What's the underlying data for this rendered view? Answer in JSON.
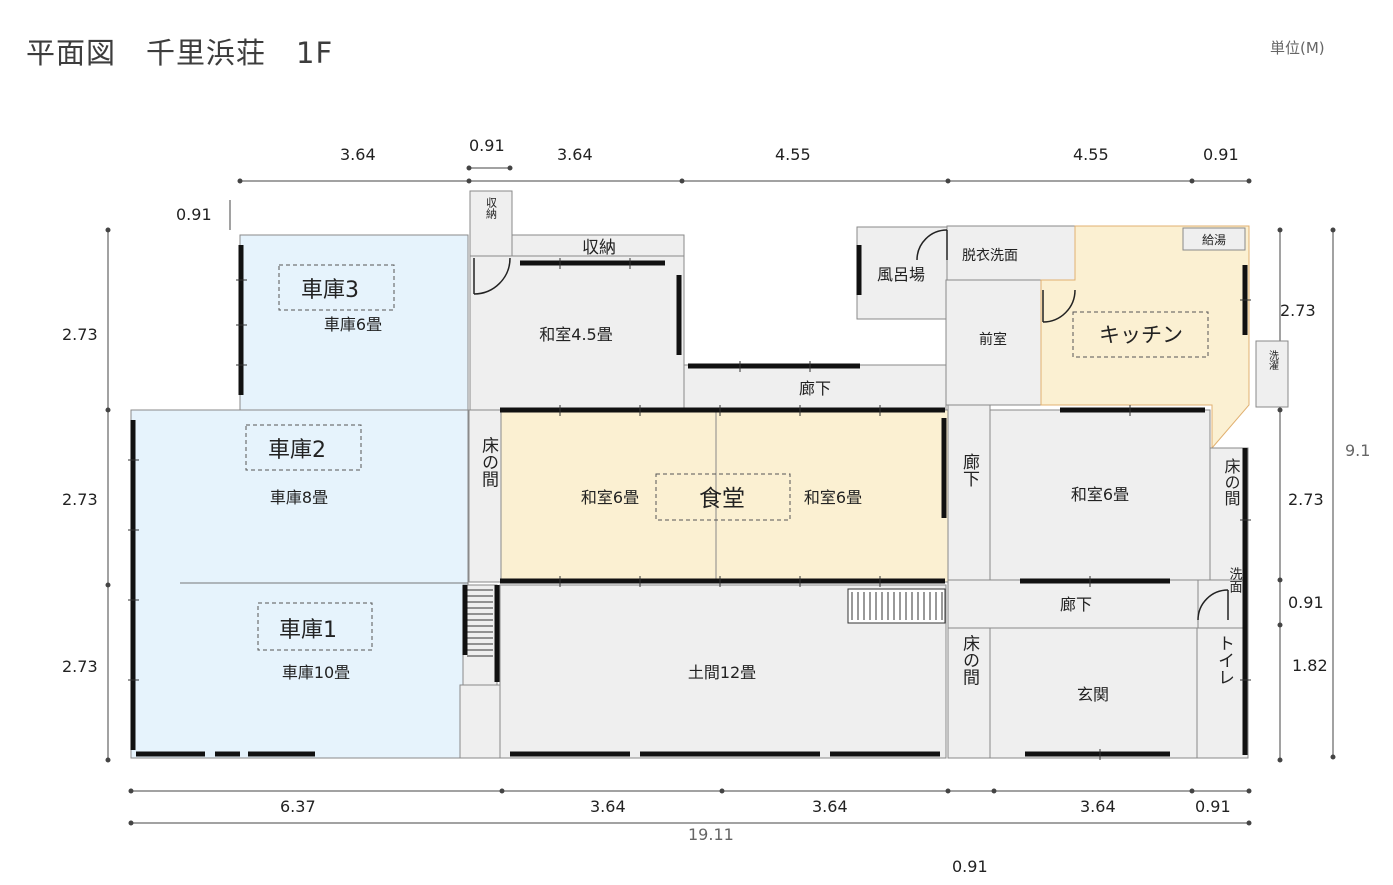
{
  "header": {
    "title": "平面図　千里浜荘　1F",
    "unit": "単位(M)"
  },
  "dimensions": {
    "top": [
      "3.64",
      "0.91",
      "3.64",
      "4.55",
      "4.55",
      "0.91"
    ],
    "top_left_offset": "0.91",
    "left": [
      "2.73",
      "2.73",
      "2.73"
    ],
    "right": [
      "2.73",
      "2.73",
      "0.91",
      "1.82"
    ],
    "right_total": "9.1",
    "bottom": [
      "6.37",
      "3.64",
      "3.64",
      "3.64",
      "0.91"
    ],
    "bottom_total": "19.11",
    "bottom_extra": "0.91"
  },
  "rooms": {
    "garage3": {
      "name": "車庫3",
      "size": "車庫6畳"
    },
    "garage2": {
      "name": "車庫2",
      "size": "車庫8畳"
    },
    "garage1": {
      "name": "車庫1",
      "size": "車庫10畳"
    },
    "storage_small": "収納",
    "storage": "収納",
    "washitsu45": "和室4.5畳",
    "corridor_top": "廊下",
    "tokonoma_left": "床の間",
    "dining": {
      "name": "食堂",
      "left": "和室6畳",
      "right": "和室6畳"
    },
    "doma": "土間12畳",
    "bath": "風呂場",
    "dressing": "脱衣洗面",
    "anteroom": "前室",
    "kitchen": "キッチン",
    "water_heater": "給湯",
    "washing_machine": "洗濯",
    "corridor_mid": "廊下",
    "washitsu6_right": "和室6畳",
    "tokonoma_right": "床の間",
    "corridor_bottom": "廊下",
    "washroom": "洗面",
    "tokonoma_bottom": "床の間",
    "entrance": "玄関",
    "toilet": "トイレ"
  }
}
